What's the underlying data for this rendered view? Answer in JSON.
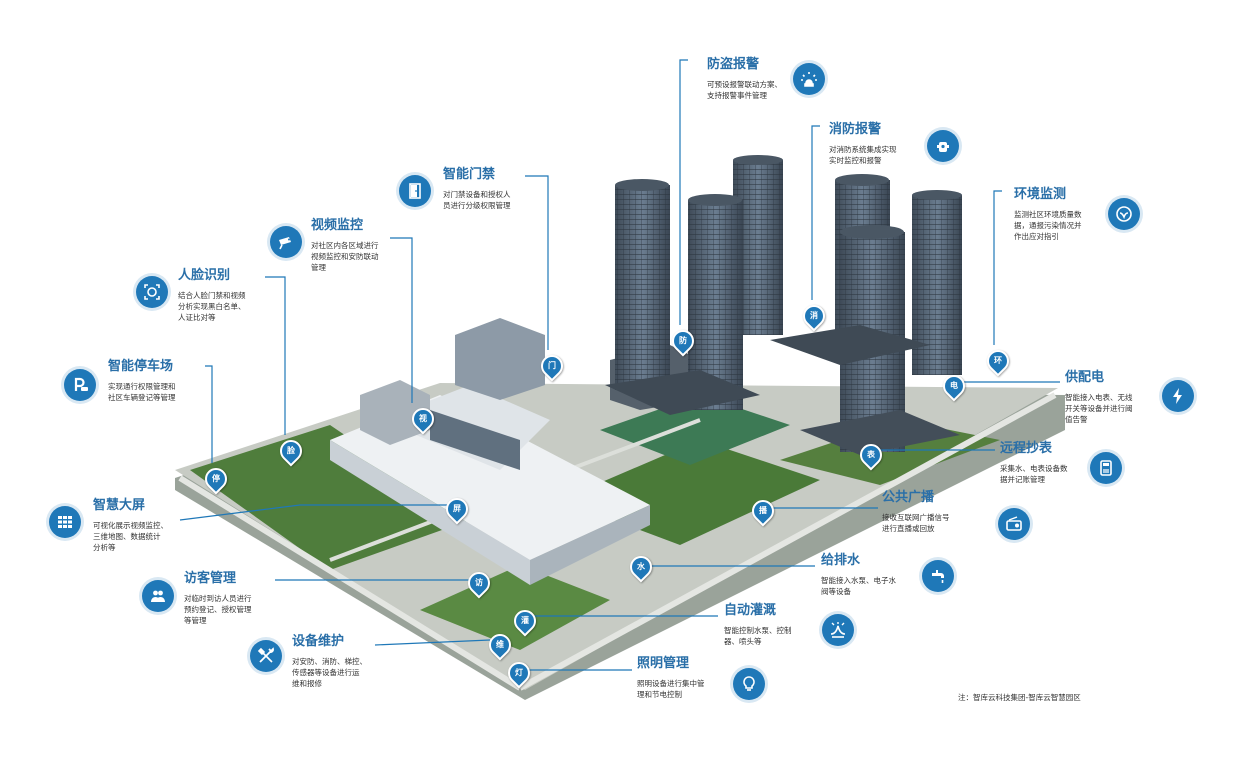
{
  "colors": {
    "accent": "#1f78b8",
    "title": "#2a6fa8",
    "grass": "#4f7d3c",
    "pavement": "#c9ccc7",
    "building": "#e8ecef",
    "glass": "#5d6e80"
  },
  "callouts": [
    {
      "id": "anti-theft",
      "title": "防盗报警",
      "desc": [
        "可预设报警联动方案、",
        "支持报警事件管理"
      ],
      "icon": "siren-icon",
      "pin": "防"
    },
    {
      "id": "fire",
      "title": "消防报警",
      "desc": [
        "对消防系统集成实现",
        "实时监控和报警"
      ],
      "icon": "fire-hydrant-icon",
      "pin": "消"
    },
    {
      "id": "env",
      "title": "环境监测",
      "desc": [
        "监测社区环境质量数",
        "据，通报污染情况并",
        "作出应对指引"
      ],
      "icon": "environment-icon",
      "pin": "环"
    },
    {
      "id": "power",
      "title": "供配电",
      "desc": [
        "智能接入电表、无线",
        "开关等设备并进行阈",
        "值告警"
      ],
      "icon": "lightning-icon",
      "pin": "电"
    },
    {
      "id": "meter",
      "title": "远程抄表",
      "desc": [
        "采集水、电表设备数",
        "据并记账管理"
      ],
      "icon": "meter-icon",
      "pin": "表"
    },
    {
      "id": "broadcast",
      "title": "公共广播",
      "desc": [
        "接收互联网广播信号",
        "进行直播或回放"
      ],
      "icon": "radio-icon",
      "pin": "播"
    },
    {
      "id": "water",
      "title": "给排水",
      "desc": [
        "智能接入水泵、电子水",
        "阀等设备"
      ],
      "icon": "faucet-icon",
      "pin": "水"
    },
    {
      "id": "irrigation",
      "title": "自动灌溉",
      "desc": [
        "智能控制水泵、控制",
        "器、喷头等"
      ],
      "icon": "sprinkler-icon",
      "pin": "灌"
    },
    {
      "id": "lighting",
      "title": "照明管理",
      "desc": [
        "照明设备进行集中管",
        "理和节电控制"
      ],
      "icon": "bulb-icon",
      "pin": "灯"
    },
    {
      "id": "door",
      "title": "智能门禁",
      "desc": [
        "对门禁设备和授权人",
        "员进行分级权限管理"
      ],
      "icon": "door-icon",
      "pin": "门"
    },
    {
      "id": "video",
      "title": "视频监控",
      "desc": [
        "对社区内各区域进行",
        "视频监控和安防联动",
        "管理"
      ],
      "icon": "camera-icon",
      "pin": "视"
    },
    {
      "id": "face",
      "title": "人脸识别",
      "desc": [
        "结合人脸门禁和视频",
        "分析实现黑白名单、",
        "人证比对等"
      ],
      "icon": "face-icon",
      "pin": "脸"
    },
    {
      "id": "parking",
      "title": "智能停车场",
      "desc": [
        "实现通行权限管理和",
        "社区车辆登记等管理"
      ],
      "icon": "parking-icon",
      "pin": "停"
    },
    {
      "id": "screen",
      "title": "智慧大屏",
      "desc": [
        "可视化展示视频监控、",
        "三维地图、数据统计",
        "分析等"
      ],
      "icon": "grid-icon",
      "pin": "屏"
    },
    {
      "id": "visitor",
      "title": "访客管理",
      "desc": [
        "对临时到访人员进行",
        "预约登记、授权管理",
        "等管理"
      ],
      "icon": "visitor-icon",
      "pin": "访"
    },
    {
      "id": "maint",
      "title": "设备维护",
      "desc": [
        "对安防、消防、梯控、",
        "传感器等设备进行运",
        "维和报修"
      ],
      "icon": "tools-icon",
      "pin": "维"
    }
  ],
  "footnote": "注：智库云科技集团-智库云智慧园区"
}
